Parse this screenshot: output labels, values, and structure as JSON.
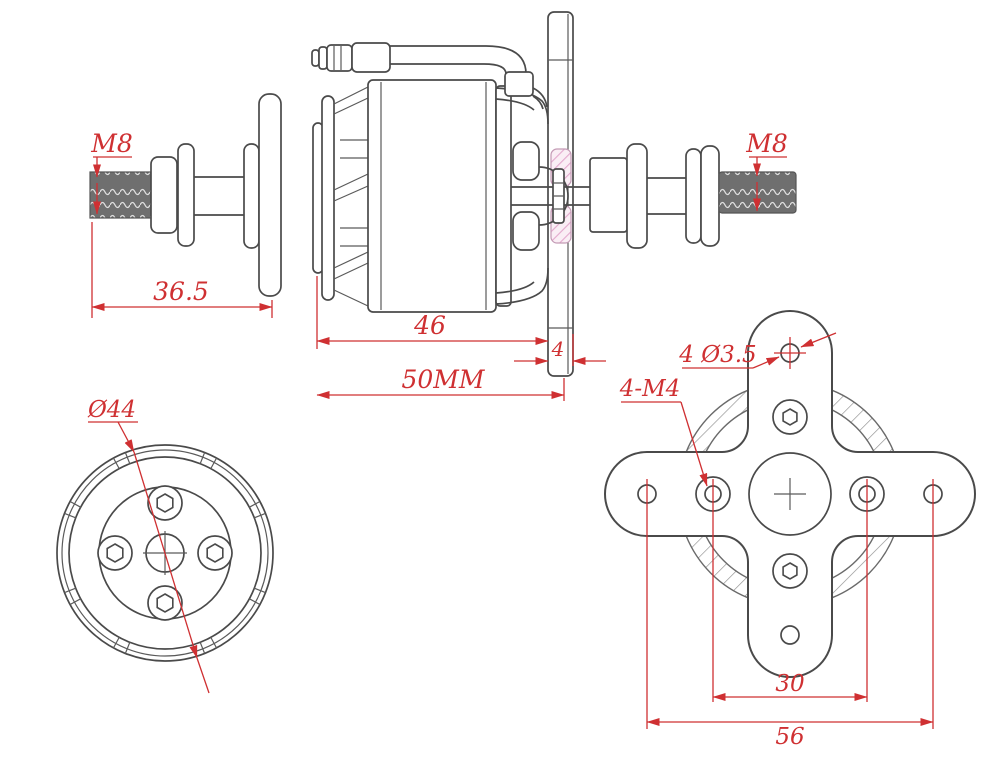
{
  "drawing": {
    "title": "brushless-motor-outline-drawing",
    "colors": {
      "line": "#4a4a4a",
      "dimension_red": "#cf3032",
      "section_hatch_pink": "#e3a8cd",
      "thread_fill": "#6f6f6f",
      "background": "#ffffff"
    },
    "side_view": {
      "left_thread_label": "M8",
      "right_thread_label": "M8",
      "shaft_length": "36.5",
      "body_length": "46",
      "mount_plate_thickness": "4",
      "overall_length": "50MM"
    },
    "front_view": {
      "rotor_diameter": "Ø44"
    },
    "mount_view": {
      "mount_hole_spec": "4 Ø3.5",
      "thread_hole_spec": "4-M4",
      "inner_hole_spacing": "30",
      "outer_hole_spacing": "56"
    }
  }
}
